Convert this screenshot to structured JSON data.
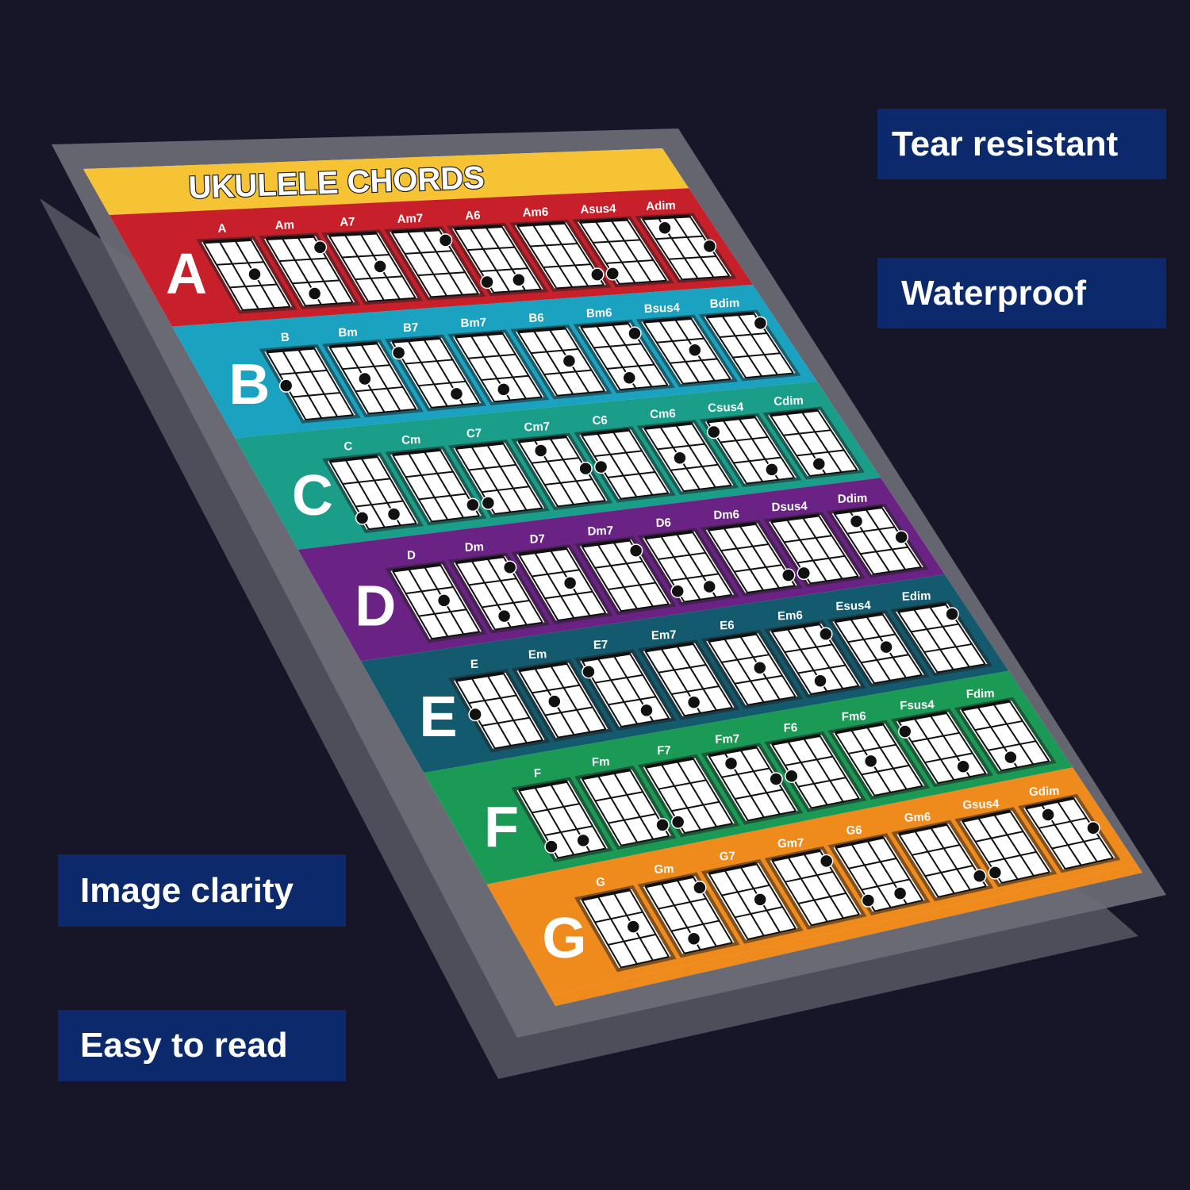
{
  "badges": {
    "tear_resistant": "Tear resistant",
    "waterproof": "Waterproof",
    "image_clarity": "Image clarity",
    "easy_to_read": "Easy to read"
  },
  "poster": {
    "title": "UKULELE CHORDS",
    "rows": [
      {
        "letter": "A",
        "color": "#c8202a",
        "chords": [
          "A",
          "Am",
          "A7",
          "Am7",
          "A6",
          "Am6",
          "Asus4",
          "Adim"
        ]
      },
      {
        "letter": "B",
        "color": "#1aa2c0",
        "chords": [
          "B",
          "Bm",
          "B7",
          "Bm7",
          "B6",
          "Bm6",
          "Bsus4",
          "Bdim"
        ]
      },
      {
        "letter": "C",
        "color": "#1a9e8a",
        "chords": [
          "C",
          "Cm",
          "C7",
          "Cm7",
          "C6",
          "Cm6",
          "Csus4",
          "Cdim"
        ]
      },
      {
        "letter": "D",
        "color": "#6a2384",
        "chords": [
          "D",
          "Dm",
          "D7",
          "Dm7",
          "D6",
          "Dm6",
          "Dsus4",
          "Ddim"
        ]
      },
      {
        "letter": "E",
        "color": "#145a6e",
        "chords": [
          "E",
          "Em",
          "E7",
          "Em7",
          "E6",
          "Em6",
          "Esus4",
          "Edim"
        ]
      },
      {
        "letter": "F",
        "color": "#1b9a55",
        "chords": [
          "F",
          "Fm",
          "F7",
          "Fm7",
          "F6",
          "Fm6",
          "Fsus4",
          "Fdim"
        ]
      },
      {
        "letter": "G",
        "color": "#ef8a1d",
        "chords": [
          "G",
          "Gm",
          "G7",
          "Gm7",
          "G6",
          "Gm6",
          "Gsus4",
          "Gdim"
        ]
      }
    ]
  },
  "colors": {
    "background": "#171628",
    "badge": "#0c2a6b",
    "title_band": "#f6c335"
  }
}
